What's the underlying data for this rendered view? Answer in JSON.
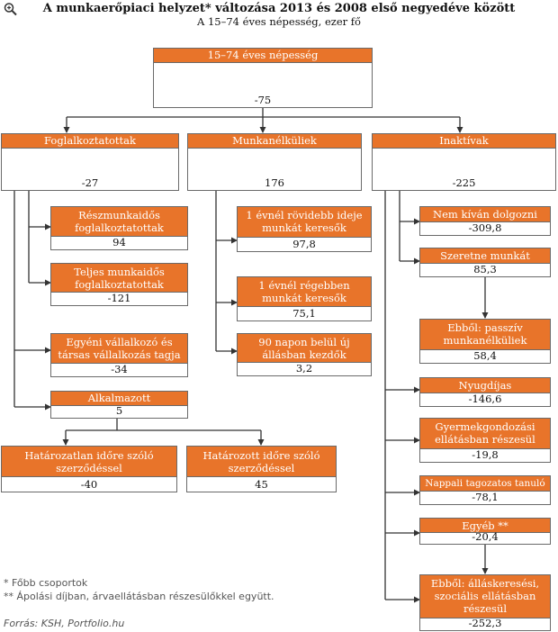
{
  "title": "A munkaerőpiaci helyzet* változása 2013 és 2008 első negyedéve között",
  "subtitle": "A 15–74 éves népesség, ezer fő",
  "nodes": {
    "pop": {
      "label": "15–74 éves népesség",
      "value": "-75"
    },
    "empl": {
      "label": "Foglalkoztatottak",
      "value": "-27"
    },
    "unemp": {
      "label": "Munkanélküliek",
      "value": "176"
    },
    "inact": {
      "label": "Inaktívak",
      "value": "-225"
    },
    "parttime": {
      "label": "Részmunkaidős foglalkoztatottak",
      "value": "94"
    },
    "fulltime": {
      "label": "Teljes munkaidős foglalkoztatottak",
      "value": "-121"
    },
    "selfemp": {
      "label": "Egyéni vállalkozó és társas vállalkozás tagja",
      "value": "-34"
    },
    "employee": {
      "label": "Alkalmazott",
      "value": "5"
    },
    "indef": {
      "label": "Határozatlan időre szóló szerződéssel",
      "value": "-40"
    },
    "fixed": {
      "label": "Határozott időre szóló szerződéssel",
      "value": "45"
    },
    "lt1y": {
      "label": "1 évnél rövidebb ideje munkát keresők",
      "value": "97,8"
    },
    "gt1y": {
      "label": "1 évnél régebben munkát keresők",
      "value": "75,1"
    },
    "starting": {
      "label": "90 napon belül új állásban kezdők",
      "value": "3,2"
    },
    "nowork": {
      "label": "Nem kíván dolgozni",
      "value": "-309,8"
    },
    "wouldwork": {
      "label": "Szeretne munkát",
      "value": "85,3"
    },
    "passive": {
      "label": "Ebből: passzív munkanélküliek",
      "value": "58,4"
    },
    "pension": {
      "label": "Nyugdíjas",
      "value": "-146,6"
    },
    "childcare": {
      "label": "Gyermekgondozási ellátásban részesül",
      "value": "-19,8"
    },
    "student": {
      "label": "Nappali tagozatos tanuló",
      "value": "-78,1"
    },
    "other": {
      "label": "Egyéb **",
      "value": "-20,4"
    },
    "social": {
      "label": "Ebből: álláskeresési, szociális ellátásban részesül",
      "value": "-252,3"
    }
  },
  "notes": {
    "note1": "* Főbb csoportok",
    "note2": "** Ápolási díjban, árvaellátásban részesülőkkel együtt.",
    "source": "Forrás: KSH, Portfolio.hu"
  },
  "colors": {
    "header": "#e8742a",
    "border": "#6a6a6a",
    "line": "#333333"
  },
  "icons": {
    "zoom": "zoom-icon"
  }
}
